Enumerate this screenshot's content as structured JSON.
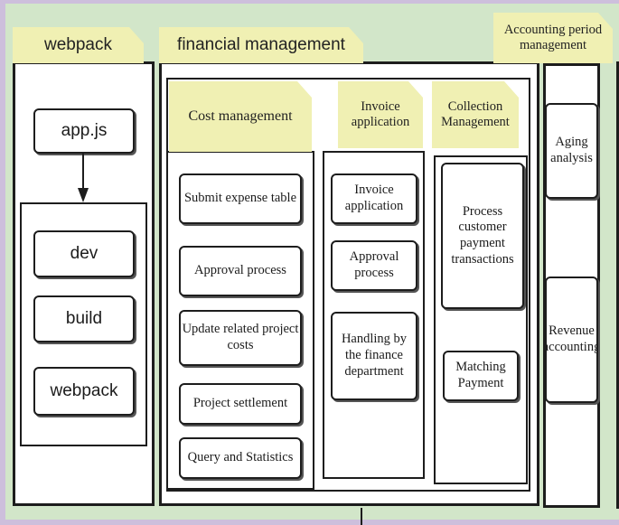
{
  "colors": {
    "frame": "#cdbfdc",
    "canvas": "#d2e6c9",
    "tab": "#f0f0b3",
    "stroke": "#1d1d1d"
  },
  "webpack": {
    "title": "webpack",
    "entry": "app.js",
    "modes": [
      "dev",
      "build",
      "webpack"
    ]
  },
  "financial": {
    "title": "financial management",
    "cost": {
      "title": "Cost management",
      "items": [
        "Submit expense table",
        "Approval process",
        "Update related project costs",
        "Project settlement",
        "Query and Statistics"
      ]
    },
    "invoice": {
      "title": "Invoice application",
      "items": [
        "Invoice application",
        "Approval process",
        "Handling by the finance department"
      ]
    },
    "collection": {
      "title": "Collection Management",
      "items": [
        "Process customer payment transactions",
        "Matching Payment"
      ]
    }
  },
  "accounting": {
    "title": "Accounting period management",
    "items": [
      "Aging analysis",
      "Revenue accounting"
    ]
  }
}
